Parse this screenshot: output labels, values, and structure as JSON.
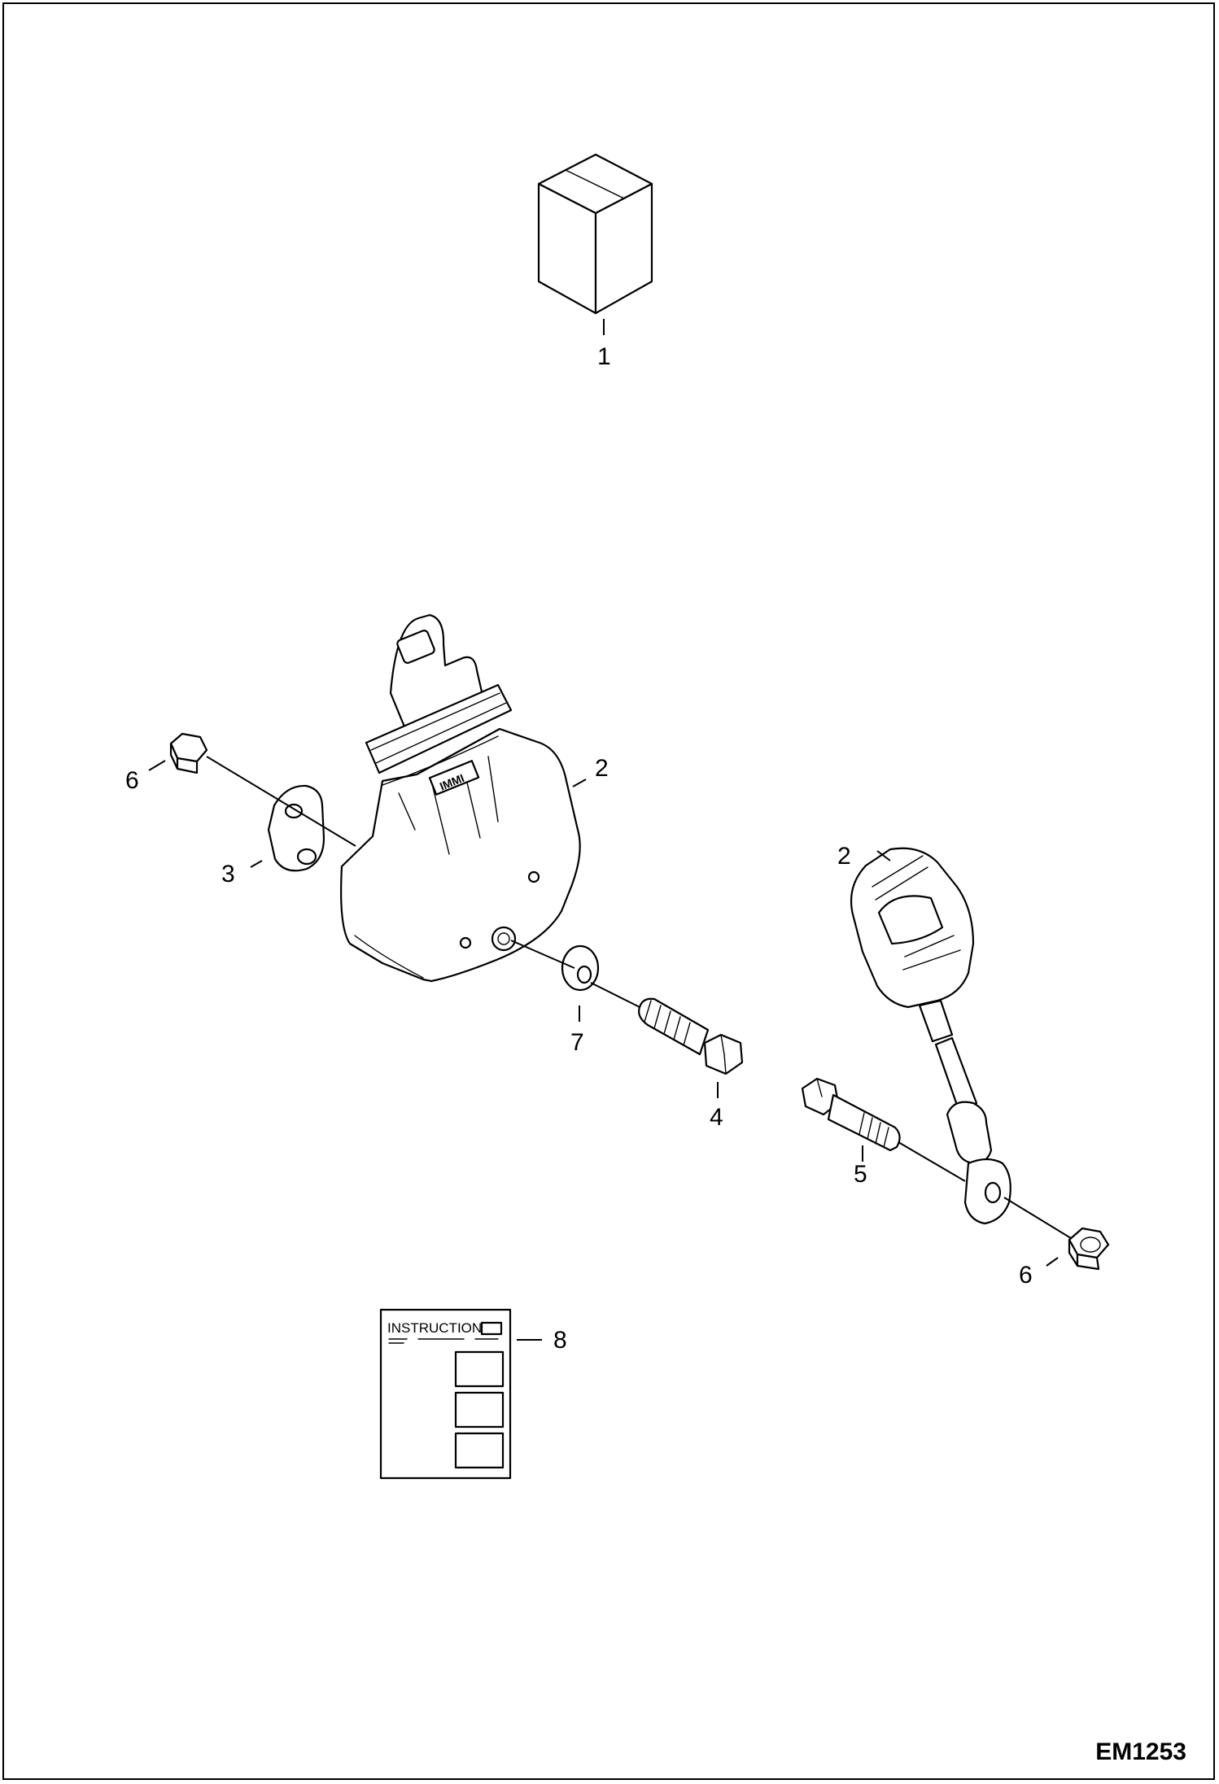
{
  "figure_id": "EM1253",
  "callouts": [
    "1",
    "2",
    "2",
    "3",
    "4",
    "5",
    "6",
    "6",
    "7",
    "8"
  ],
  "instructions_label": "INSTRUCTIONS",
  "retractor_logo": "IMMI"
}
